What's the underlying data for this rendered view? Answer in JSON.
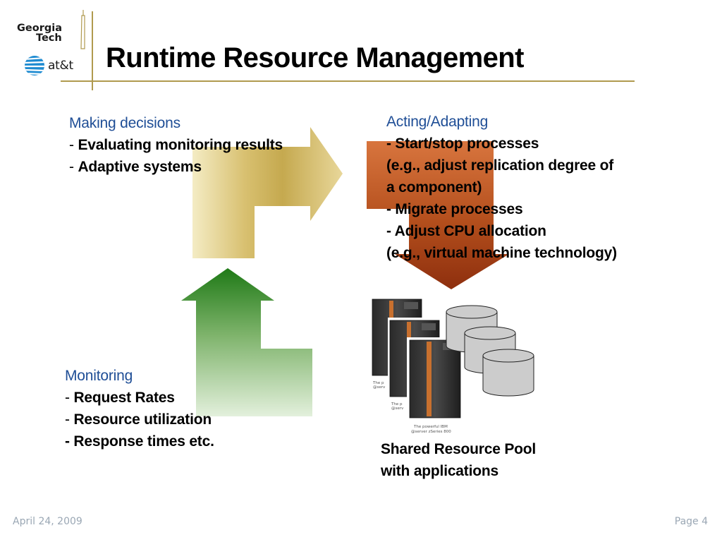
{
  "header": {
    "title": "Runtime Resource Management",
    "logo_gt_line1": "Georgia",
    "logo_gt_line2": "Tech",
    "logo_att": "at&t"
  },
  "decisions": {
    "heading": "Making decisions",
    "items": [
      "Evaluating monitoring results",
      "Adaptive systems"
    ]
  },
  "acting": {
    "heading": "Acting/Adapting",
    "lines": [
      "- Start/stop processes",
      "(e.g., adjust replication degree of",
      "a component)",
      "- Migrate processes",
      "- Adjust CPU allocation",
      "(e.g., virtual machine technology)"
    ]
  },
  "monitoring": {
    "heading": "Monitoring",
    "items": [
      "Request Rates",
      "Resource utilization"
    ],
    "last_line": "- Response times etc."
  },
  "pool": {
    "caption_line1": "Shared Resource Pool",
    "caption_line2": "with applications",
    "server_caption_a": "The powerful IBM",
    "server_caption_b": "@server zSeries 800",
    "server_caption_short_a": "The p",
    "server_caption_short_b": "@serv"
  },
  "footer": {
    "date": "April 24, 2009",
    "page": "Page 4"
  },
  "colors": {
    "accent_line": "#b09a4f",
    "heading_blue": "#1f4e96",
    "arrow_gold": "#c9ad55",
    "arrow_orange": "#c65a22",
    "arrow_green": "#2a7d1f"
  }
}
